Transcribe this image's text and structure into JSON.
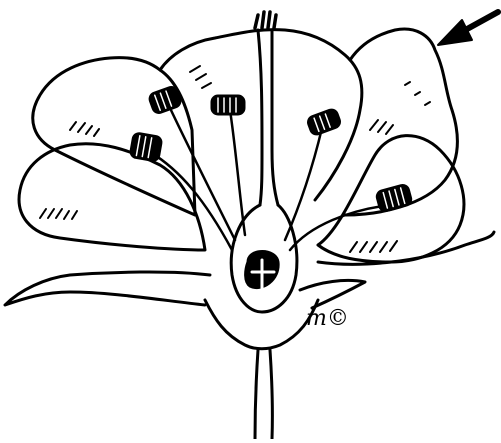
{
  "figure": {
    "signature": "m©",
    "ink_color": "#000000",
    "paper_color": "#ffffff",
    "icons": [
      "arrow-icon"
    ],
    "parts": [
      "petal",
      "stigma",
      "style",
      "stamen",
      "anther",
      "filament",
      "ovary",
      "ovule",
      "receptacle",
      "sepal",
      "stem"
    ]
  }
}
